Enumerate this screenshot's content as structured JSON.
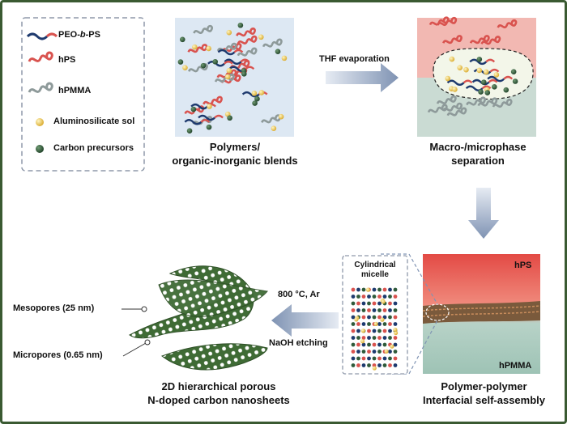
{
  "legend": {
    "items": [
      {
        "label_parts": [
          "PEO-",
          "b",
          "-PS"
        ],
        "icon": "peo-b-ps-chain-icon"
      },
      {
        "label": "hPS",
        "icon": "hps-coil-icon"
      },
      {
        "label": "hPMMA",
        "icon": "hpmma-coil-icon"
      },
      {
        "label": "Aluminosilicate sol",
        "icon": "yellow-sphere-icon"
      },
      {
        "label": "Carbon precursors",
        "icon": "green-sphere-icon"
      }
    ]
  },
  "panels": {
    "blend": {
      "caption_line1": "Polymers/",
      "caption_line2": "organic-inorganic blends"
    },
    "separation": {
      "caption_line1": "Macro-/microphase",
      "caption_line2": "separation"
    },
    "assembly": {
      "top_label": "hPS",
      "bottom_label": "hPMMA",
      "caption_line1": "Polymer-polymer",
      "caption_line2": "Interfacial self-assembly"
    },
    "micelle": {
      "label_line1": "Cylindrical",
      "label_line2": "micelle"
    },
    "sheets": {
      "caption_line1": "2D hierarchical porous",
      "caption_line2": "N-doped carbon nanosheets",
      "mesopores": "Mesopores (25 nm)",
      "micropores": "Micropores (0.65 nm)"
    }
  },
  "arrows": {
    "thf": "THF evaporation",
    "anneal_line1": "800 °C, Ar",
    "anneal_line2": "NaOH etching"
  },
  "colors": {
    "frame": "#3a5a32",
    "hps": "#d9534f",
    "hpmma": "#8e9a9a",
    "peo": "#1e3a6e",
    "yellow": "#e8c34a",
    "green": "#2f5a3a",
    "sheet": "#3f6b35",
    "arrow": "#7f93b3"
  }
}
